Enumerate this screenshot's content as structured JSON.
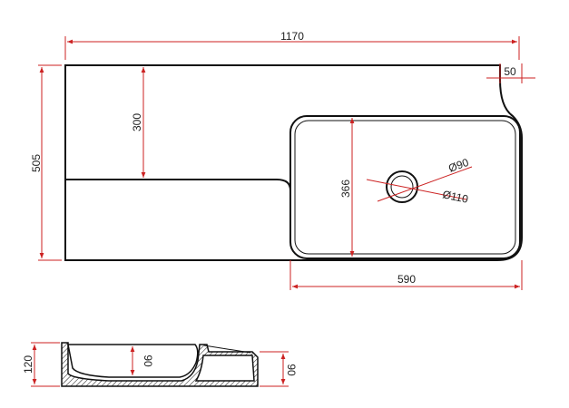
{
  "drawing": {
    "dimensions": {
      "overall_length": "1170",
      "right_step": "50",
      "overall_width": "505",
      "shelf_depth": "300",
      "basin_depth_plan": "366",
      "basin_length": "590",
      "drain_inner": "Ø90",
      "drain_outer": "Ø110",
      "total_height": "120",
      "bowl_depth": "90",
      "edge_height": "90"
    },
    "colors": {
      "outline": "#111111",
      "dimension_line": "#cc2222",
      "text": "#222222",
      "background": "#ffffff"
    }
  }
}
